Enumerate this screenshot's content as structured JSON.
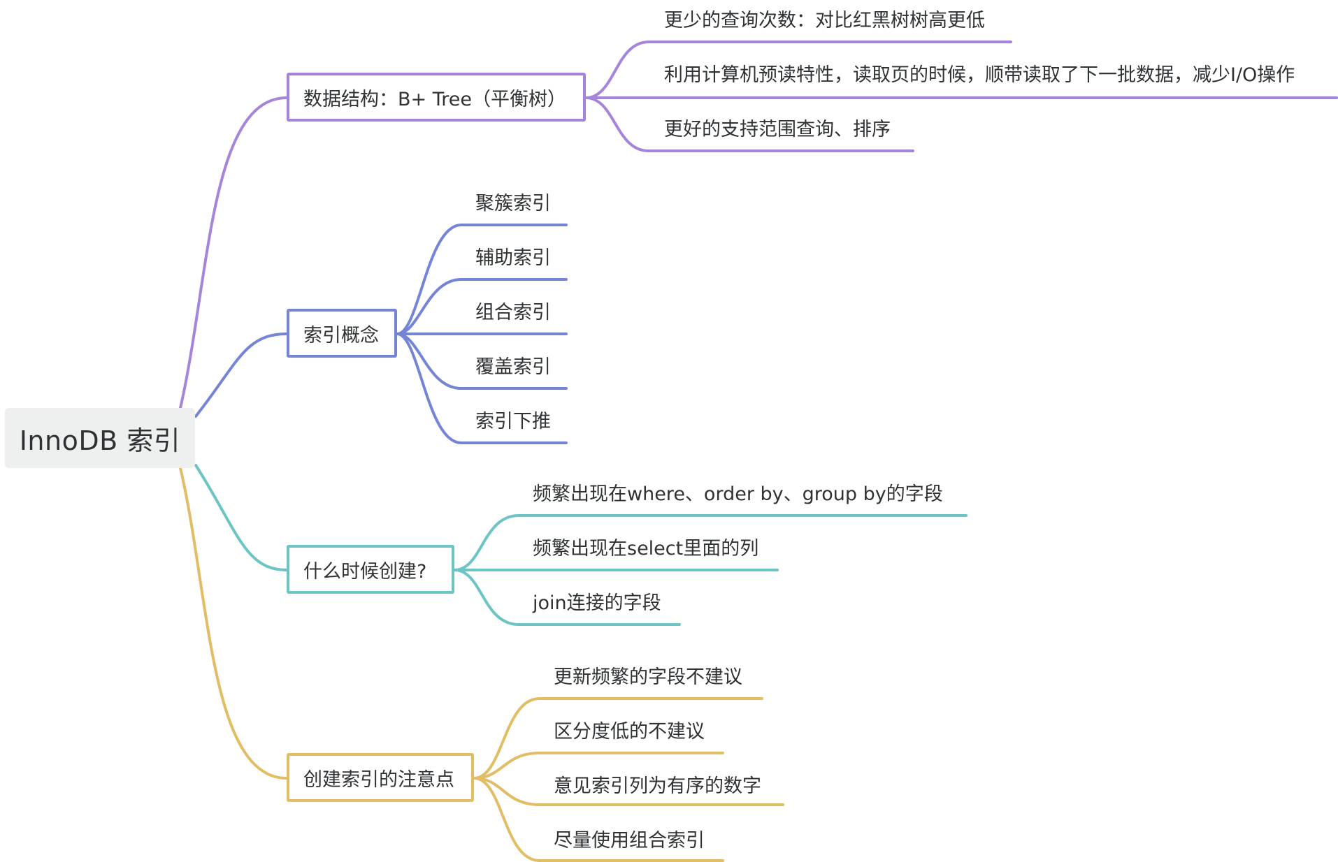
{
  "colors": {
    "branch_1": "#a585db",
    "branch_2": "#7484d6",
    "branch_3": "#6cc4c4",
    "branch_4": "#e1bd66",
    "root_bg": "#eef0ef",
    "text": "#2f3234"
  },
  "root": {
    "label": "InnoDB 索引"
  },
  "branches": [
    {
      "label": "数据结构：B+ Tree（平衡树）",
      "children": [
        "更少的查询次数：对比红黑树树高更低",
        "利用计算机预读特性，读取页的时候，顺带读取了下一批数据，减少I/O操作",
        "更好的支持范围查询、排序"
      ]
    },
    {
      "label": "索引概念",
      "children": [
        "聚簇索引",
        "辅助索引",
        "组合索引",
        "覆盖索引",
        "索引下推"
      ]
    },
    {
      "label": "什么时候创建?",
      "children": [
        "频繁出现在where、order by、group by的字段",
        "频繁出现在select里面的列",
        "join连接的字段"
      ]
    },
    {
      "label": "创建索引的注意点",
      "children": [
        "更新频繁的字段不建议",
        "区分度低的不建议",
        "意见索引列为有序的数字",
        "尽量使用组合索引"
      ]
    }
  ]
}
